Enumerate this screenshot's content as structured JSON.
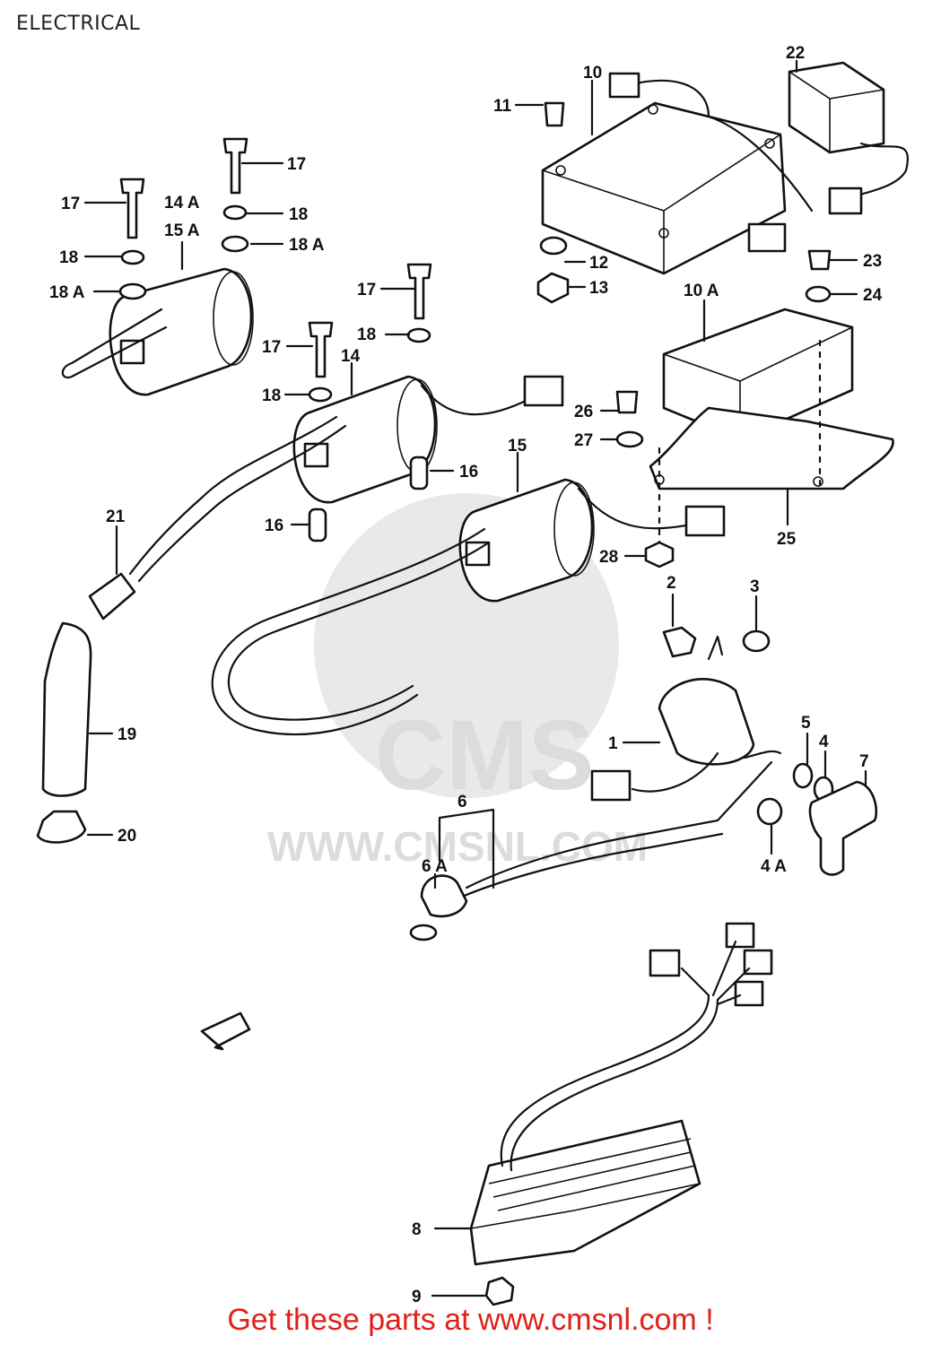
{
  "title": "ELECTRICAL",
  "footer_text": "Get these parts at www.cmsnl.com !",
  "watermark": {
    "brand": "CMS",
    "url": "WWW.CMSNL.COM"
  },
  "colors": {
    "ink": "#111111",
    "footer": "#e0201b",
    "watermark": "#e9e9e9"
  },
  "callouts": {
    "c1": "1",
    "c2": "2",
    "c3": "3",
    "c4": "4",
    "c4a": "4 A",
    "c5": "5",
    "c6": "6",
    "c6a": "6 A",
    "c7": "7",
    "c8": "8",
    "c9": "9",
    "c10": "10",
    "c10a": "10 A",
    "c11": "11",
    "c12": "12",
    "c13": "13",
    "c14": "14",
    "c14a": "14 A",
    "c15": "15",
    "c15a": "15 A",
    "c16a": "16",
    "c16b": "16",
    "c17a": "17",
    "c17b": "17",
    "c17c": "17",
    "c17d": "17",
    "c18a": "18",
    "c18b": "18",
    "c18c": "18",
    "c18d": "18",
    "c18aa": "18 A",
    "c18ab": "18 A",
    "c19": "19",
    "c20": "20",
    "c21": "21",
    "c22": "22",
    "c23": "23",
    "c24": "24",
    "c25": "25",
    "c26": "26",
    "c27": "27",
    "c28": "28"
  }
}
